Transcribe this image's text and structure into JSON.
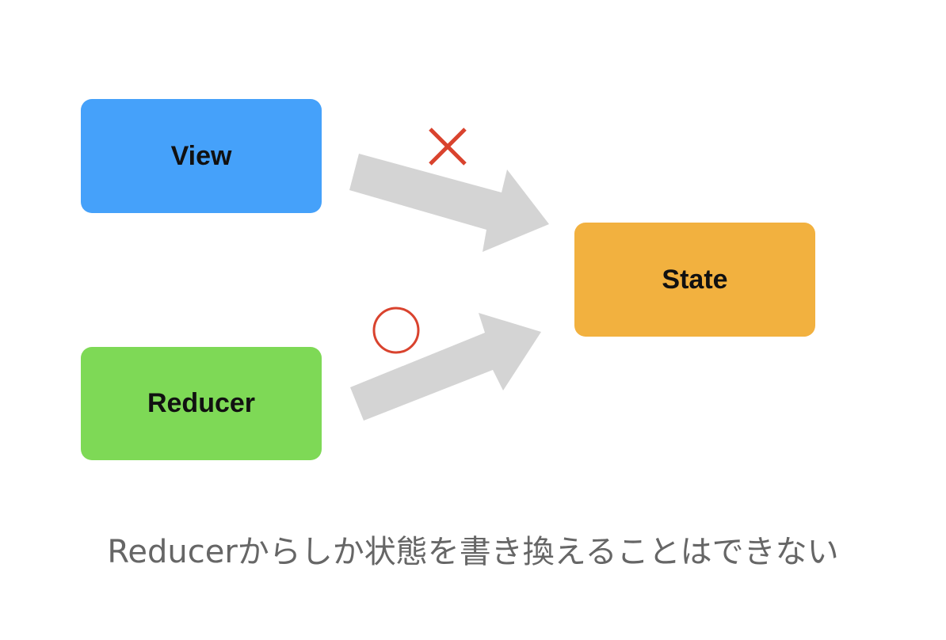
{
  "nodes": {
    "view": {
      "label": "View",
      "color": "#45A1FA"
    },
    "reducer": {
      "label": "Reducer",
      "color": "#7ED956"
    },
    "state": {
      "label": "State",
      "color": "#F2B13F"
    }
  },
  "edges": [
    {
      "from": "view",
      "to": "state",
      "allowed": false,
      "mark": "cross-icon"
    },
    {
      "from": "reducer",
      "to": "state",
      "allowed": true,
      "mark": "circle-icon"
    }
  ],
  "colors": {
    "arrow": "#D4D4D4",
    "mark": "#D9432E",
    "caption": "#666666"
  },
  "caption": "Reducerからしか状態を書き換えることはできない"
}
